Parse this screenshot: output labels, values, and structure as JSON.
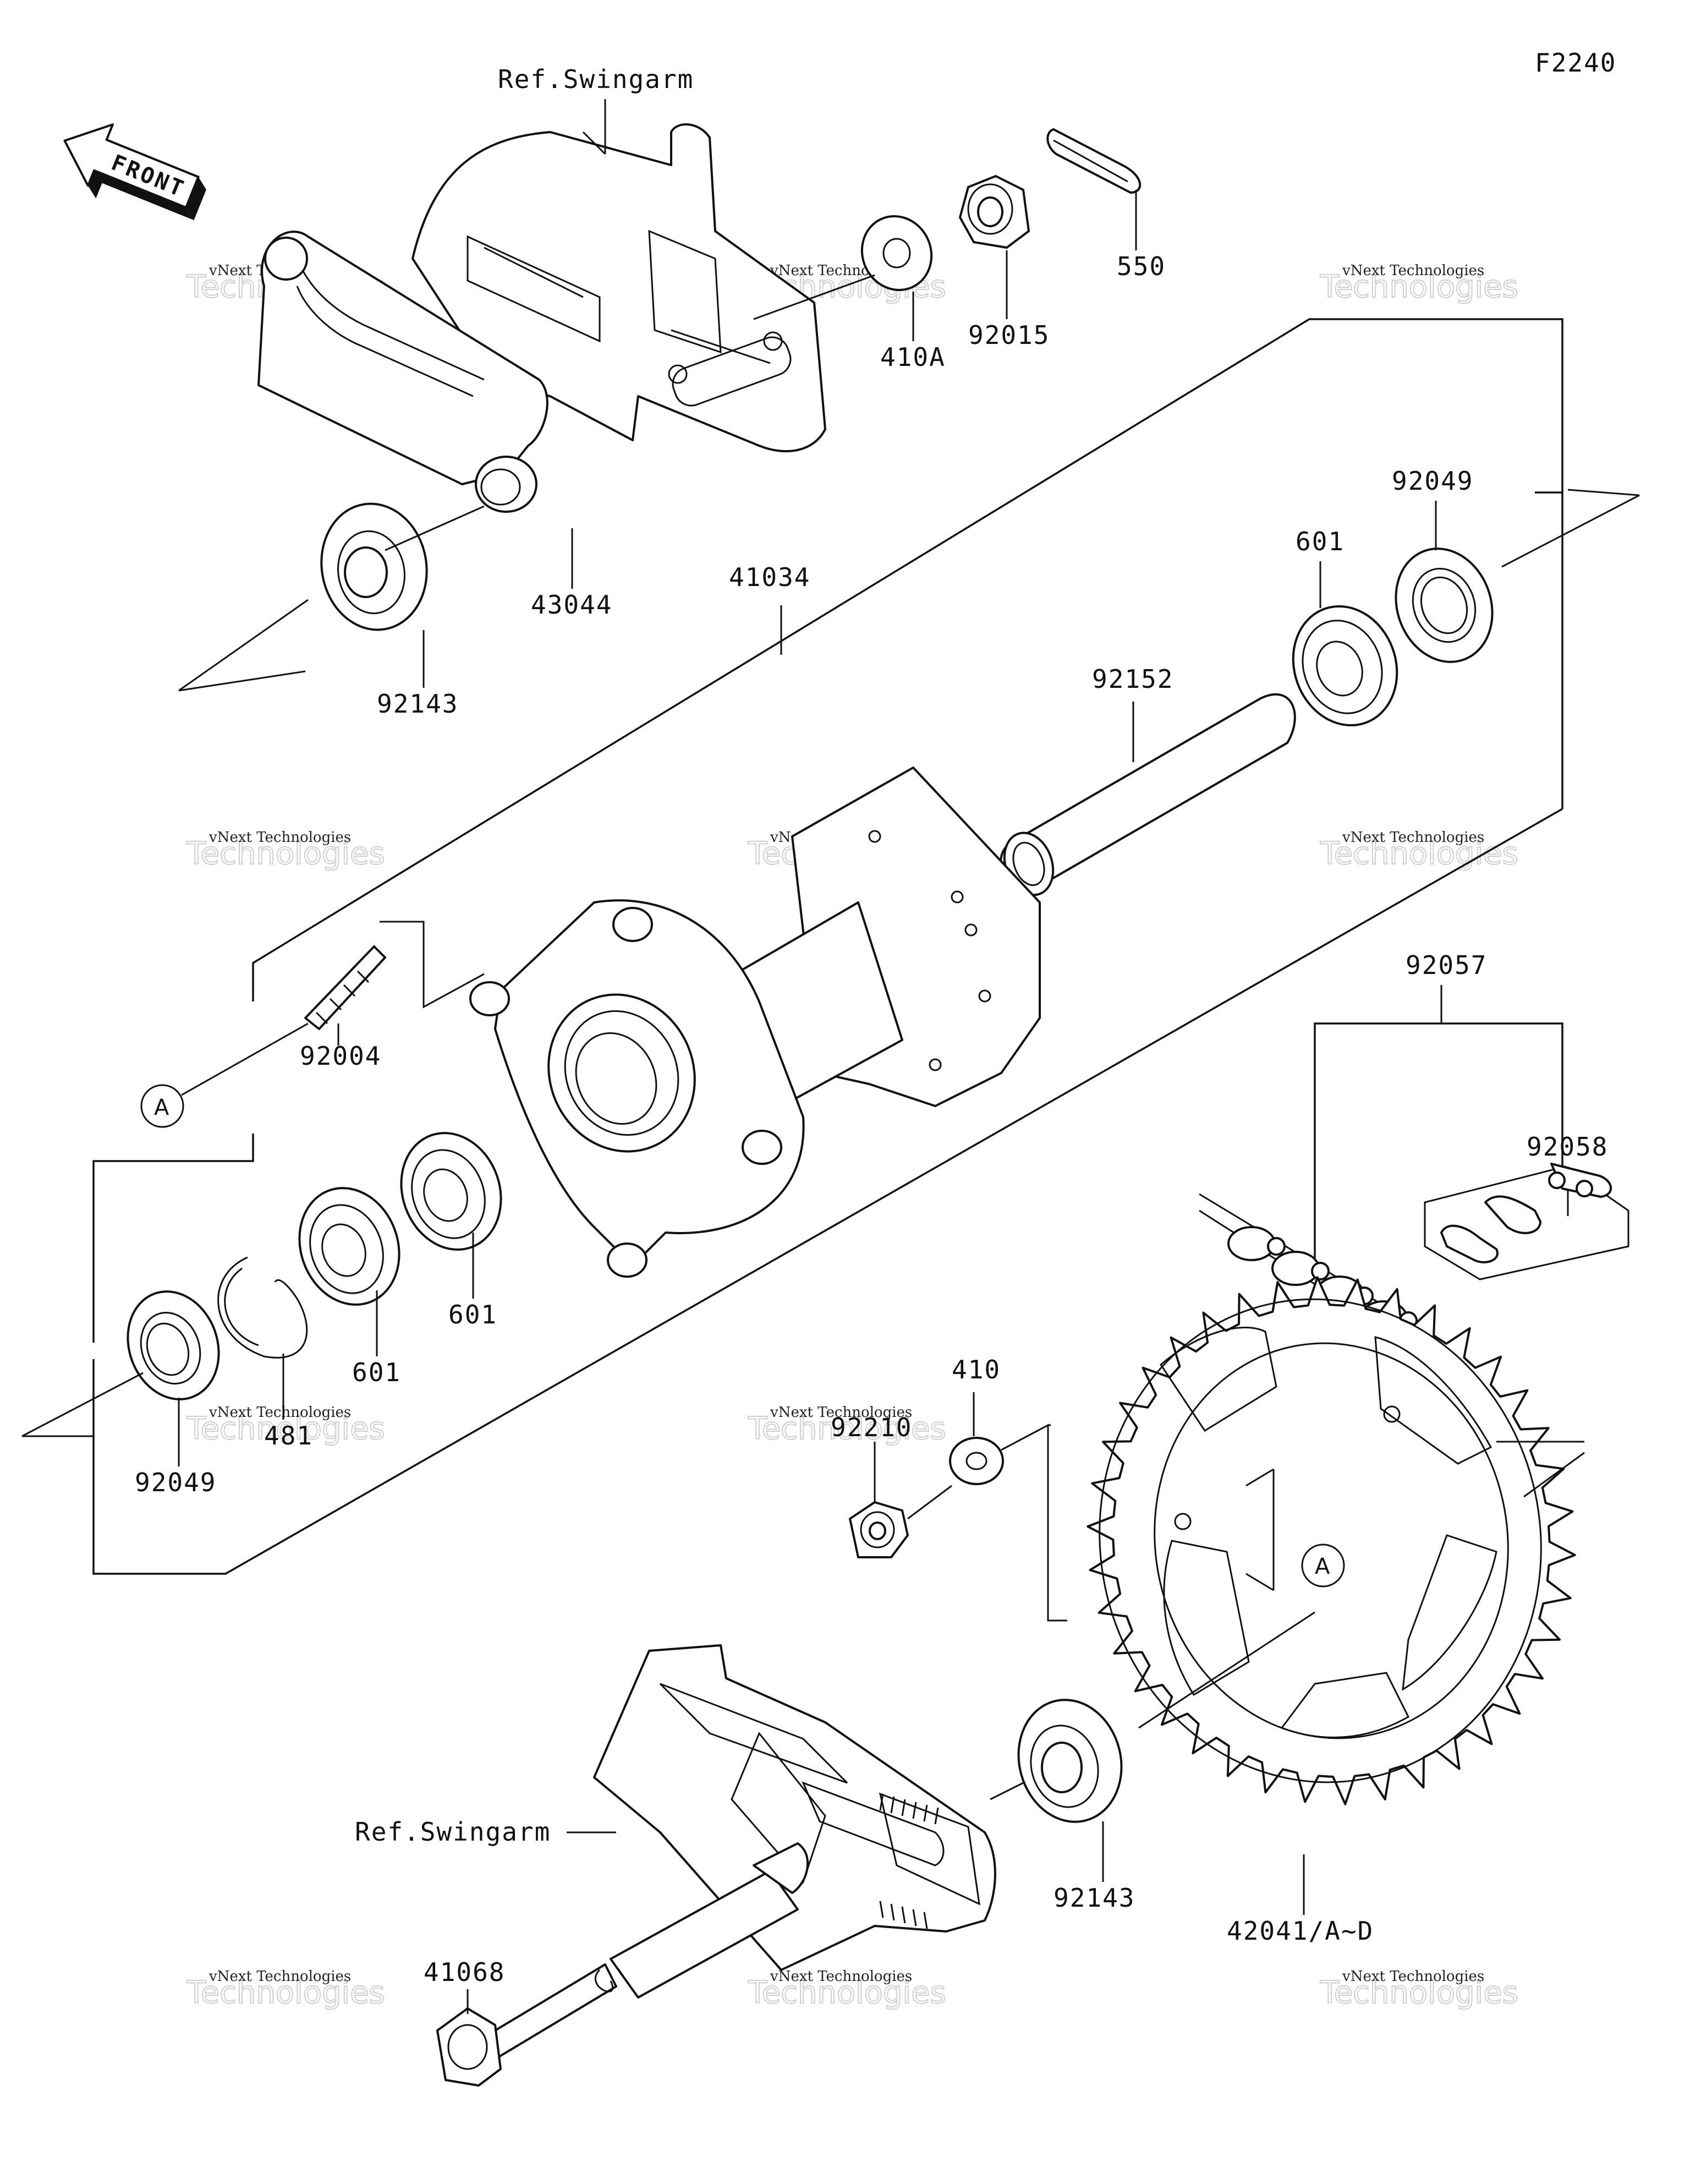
{
  "figure_code": "F2240",
  "front_arrow_text": "FRONT",
  "ref_labels": {
    "top": "Ref.Swingarm",
    "bottom": "Ref.Swingarm"
  },
  "callouts": {
    "c550": "550",
    "c92015": "92015",
    "c410A": "410A",
    "c43044": "43044",
    "c92143_top": "92143",
    "c41034": "41034",
    "c92049_right": "92049",
    "c601_right": "601",
    "c92152": "92152",
    "c92004": "92004",
    "c601_a": "601",
    "c601_b": "601",
    "c481": "481",
    "c92049_left": "92049",
    "c92057": "92057",
    "c92058": "92058",
    "c410": "410",
    "c92210": "92210",
    "c92143_bottom": "92143",
    "c42041": "42041/A~D",
    "c41068": "41068"
  },
  "reference_marks": {
    "left": "A",
    "sprocket": "A"
  },
  "watermark": {
    "line1": "vNext Technologies",
    "line2": "Technologies"
  }
}
